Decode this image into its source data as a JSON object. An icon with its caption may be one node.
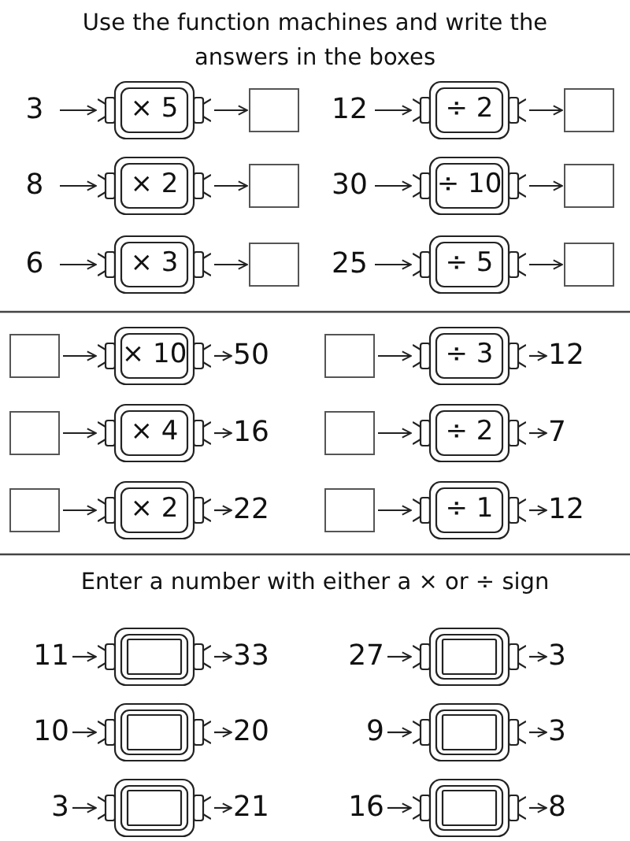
{
  "diagram": {
    "title": "Use the function machines and write the answers in the boxes",
    "nodes": [
      {
        "text": [
          "3"
        ]
      },
      {
        "text": [
          "× 5"
        ]
      },
      {
        "text": [],
        "shape": "box"
      },
      {
        "text": [
          "12"
        ]
      },
      {
        "text": [
          "÷ 2"
        ]
      },
      {
        "text": [],
        "shape": "box"
      },
      {
        "text": [
          "8"
        ]
      },
      {
        "text": [
          "× 2"
        ]
      },
      {
        "text": [],
        "shape": "box"
      },
      {
        "text": [
          "30"
        ]
      },
      {
        "text": [
          "÷ 10"
        ]
      },
      {
        "text": [],
        "shape": "box"
      },
      {
        "text": [
          "6"
        ]
      },
      {
        "text": [
          "× 3"
        ]
      },
      {
        "text": [],
        "shape": "box"
      },
      {
        "text": [
          "25"
        ]
      },
      {
        "text": [
          "÷ 5"
        ]
      },
      {
        "text": [],
        "shape": "box"
      },
      {
        "text": [],
        "shape": "box"
      },
      {
        "text": [
          "× 10"
        ]
      },
      {
        "text": [
          "50"
        ]
      },
      {
        "text": [],
        "shape": "box"
      },
      {
        "text": [
          "÷ 3"
        ]
      },
      {
        "text": [
          "12"
        ]
      },
      {
        "text": [],
        "shape": "box"
      },
      {
        "text": [
          "× 4"
        ]
      },
      {
        "text": [
          "16"
        ]
      },
      {
        "text": [],
        "shape": "box"
      },
      {
        "text": [
          "÷ 2"
        ]
      },
      {
        "text": [
          "7"
        ]
      },
      {
        "text": [],
        "shape": "box"
      },
      {
        "text": [
          "× 2"
        ]
      },
      {
        "text": [
          "22"
        ]
      },
      {
        "text": [],
        "shape": "box"
      },
      {
        "text": [
          "÷ 1"
        ]
      },
      {
        "text": [
          "12"
        ]
      },
      {
        "text": [
          "11"
        ]
      },
      {
        "text": [],
        "shape": "box"
      },
      {
        "text": [
          "33"
        ]
      },
      {
        "text": [
          "27"
        ]
      },
      {
        "text": [],
        "shape": "box"
      },
      {
        "text": [
          "3"
        ]
      },
      {
        "text": [
          "10"
        ]
      },
      {
        "text": [],
        "shape": "box"
      },
      {
        "text": [
          "20"
        ]
      },
      {
        "text": [
          "9"
        ]
      },
      {
        "text": [],
        "shape": "box"
      },
      {
        "text": [
          "3"
        ]
      },
      {
        "text": [
          "3"
        ]
      },
      {
        "text": [],
        "shape": "box"
      },
      {
        "text": [
          "21"
        ]
      },
      {
        "text": [
          "16"
        ]
      },
      {
        "text": [],
        "shape": "box"
      },
      {
        "text": [
          "8"
        ]
      }
    ],
    "edges": [
      {
        "from": 0,
        "to": 1,
        "arrow": "to"
      },
      {
        "from": 1,
        "to": 2,
        "arrow": "to"
      },
      {
        "from": 3,
        "to": 4,
        "arrow": "to"
      },
      {
        "from": 4,
        "to": 5,
        "arrow": "to"
      },
      {
        "from": 6,
        "to": 7,
        "arrow": "to"
      },
      {
        "from": 7,
        "to": 8,
        "arrow": "to"
      },
      {
        "from": 9,
        "to": 10,
        "arrow": "to"
      },
      {
        "from": 10,
        "to": 11,
        "arrow": "to"
      },
      {
        "from": 12,
        "to": 13,
        "arrow": "to"
      },
      {
        "from": 13,
        "to": 14,
        "arrow": "to"
      },
      {
        "from": 15,
        "to": 16,
        "arrow": "to"
      },
      {
        "from": 16,
        "to": 17,
        "arrow": "to"
      },
      {
        "from": 18,
        "to": 19,
        "arrow": "to"
      },
      {
        "from": 19,
        "to": 20,
        "arrow": "to"
      },
      {
        "from": 21,
        "to": 22,
        "arrow": "to"
      },
      {
        "from": 22,
        "to": 23,
        "arrow": "to"
      },
      {
        "from": 24,
        "to": 25,
        "arrow": "to"
      },
      {
        "from": 25,
        "to": 26,
        "arrow": "to"
      },
      {
        "from": 27,
        "to": 28,
        "arrow": "to"
      },
      {
        "from": 28,
        "to": 29,
        "arrow": "to"
      },
      {
        "from": 30,
        "to": 31,
        "arrow": "to"
      },
      {
        "from": 31,
        "to": 32,
        "arrow": "to"
      },
      {
        "from": 33,
        "to": 34,
        "arrow": "to"
      },
      {
        "from": 34,
        "to": 35,
        "arrow": "to"
      },
      {
        "from": 36,
        "to": 37,
        "arrow": "to"
      },
      {
        "from": 37,
        "to": 38,
        "arrow": "to"
      },
      {
        "from": 39,
        "to": 40,
        "arrow": "to"
      },
      {
        "from": 40,
        "to": 41,
        "arrow": "to"
      },
      {
        "from": 42,
        "to": 43,
        "arrow": "to"
      },
      {
        "from": 43,
        "to": 44,
        "arrow": "to"
      },
      {
        "from": 45,
        "to": 46,
        "arrow": "to"
      },
      {
        "from": 46,
        "to": 47,
        "arrow": "to"
      },
      {
        "from": 48,
        "to": 49,
        "arrow": "to"
      },
      {
        "from": 49,
        "to": 50,
        "arrow": "to"
      },
      {
        "from": 51,
        "to": 52,
        "arrow": "to"
      },
      {
        "from": 52,
        "to": 53,
        "arrow": "to"
      }
    ],
    "labels": [
      "Enter a number with either a × or ÷ sign"
    ]
  }
}
